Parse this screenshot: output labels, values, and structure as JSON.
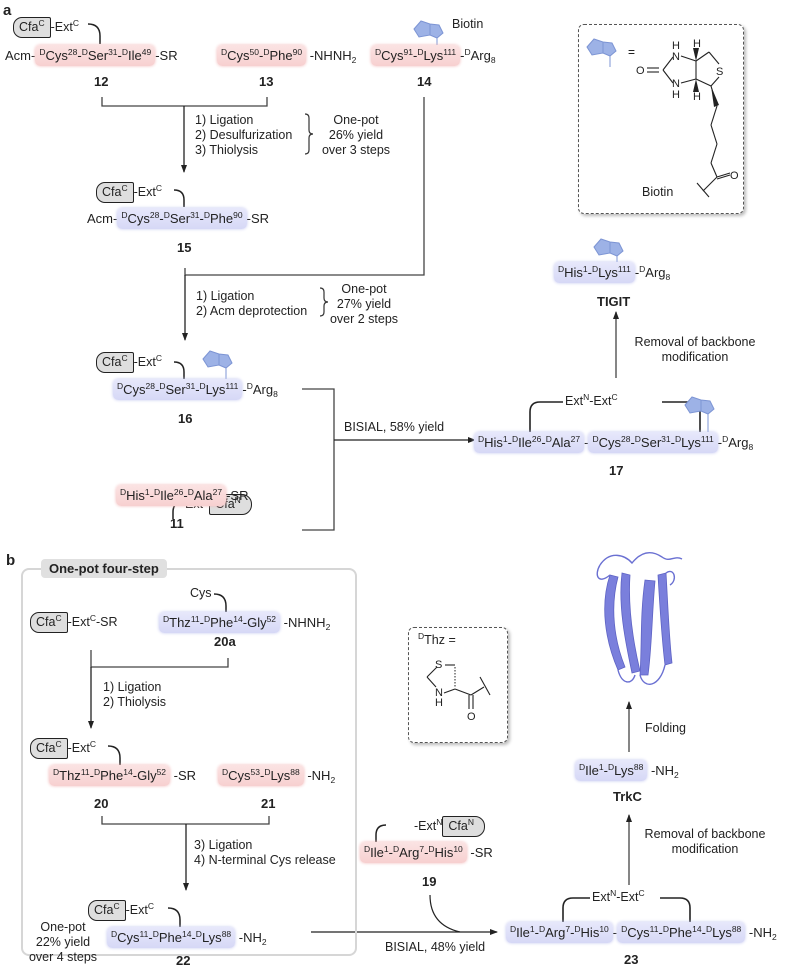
{
  "panel_a": {
    "letter": "a",
    "compound_12": {
      "cfa": "Cfa",
      "cfa_sup": "C",
      "ext": "-Ext",
      "ext_sup": "C",
      "prefix": "Acm-",
      "seq": [
        [
          "D",
          "Cys",
          "28"
        ],
        [
          "D",
          "Ser",
          "31"
        ],
        [
          "D",
          "Ile",
          "49"
        ]
      ],
      "suffix": "-SR",
      "label": "12"
    },
    "compound_13": {
      "seq": [
        [
          "D",
          "Cys",
          "50"
        ],
        [
          "D",
          "Phe",
          "90"
        ]
      ],
      "suffix": "-NHNH",
      "suffix_sub": "2",
      "label": "13"
    },
    "compound_14": {
      "biotin_label": "Biotin",
      "seq": [
        [
          "D",
          "Cys",
          "91"
        ],
        [
          "D",
          "Lys",
          "111"
        ]
      ],
      "suffix_pre": "-",
      "suffix_sup": "D",
      "suffix": "Arg",
      "suffix_sub": "8",
      "label": "14"
    },
    "step1": {
      "conditions": [
        "1) Ligation",
        "2) Desulfurization",
        "3) Thiolysis"
      ],
      "yield_text": [
        "One-pot",
        "26% yield",
        "over 3 steps"
      ]
    },
    "compound_15": {
      "cfa": "Cfa",
      "cfa_sup": "C",
      "ext": "-Ext",
      "ext_sup": "C",
      "prefix": "Acm-",
      "seq": [
        [
          "D",
          "Cys",
          "28"
        ],
        [
          "D",
          "Ser",
          "31"
        ],
        [
          "D",
          "Phe",
          "90"
        ]
      ],
      "suffix": "-SR",
      "label": "15"
    },
    "step2": {
      "conditions": [
        "1) Ligation",
        "2) Acm deprotection"
      ],
      "yield_text": [
        "One-pot",
        "27% yield",
        "over 2 steps"
      ]
    },
    "compound_16": {
      "cfa": "Cfa",
      "cfa_sup": "C",
      "ext": "-Ext",
      "ext_sup": "C",
      "seq": [
        [
          "D",
          "Cys",
          "28"
        ],
        [
          "D",
          "Ser",
          "31"
        ],
        [
          "D",
          "Lys",
          "111"
        ]
      ],
      "suffix_pre": "-",
      "suffix_sup": "D",
      "suffix": "Arg",
      "suffix_sub": "8",
      "label": "16"
    },
    "compound_11": {
      "ext": "Ext",
      "ext_sup": "N",
      "cfa": "Cfa",
      "cfa_sup": "N",
      "seq": [
        [
          "D",
          "His",
          "1"
        ],
        [
          "D",
          "Ile",
          "26"
        ],
        [
          "D",
          "Ala",
          "27"
        ]
      ],
      "suffix": "-SR",
      "label": "11"
    },
    "step3": {
      "conditions": "BISIAL, 58% yield"
    },
    "compound_17": {
      "linker": "Ext",
      "linker_sup1": "N",
      "linker_mid": "-Ext",
      "linker_sup2": "C",
      "seq_left": [
        [
          "D",
          "His",
          "1"
        ],
        [
          "D",
          "Ile",
          "26"
        ],
        [
          "D",
          "Ala",
          "27"
        ]
      ],
      "seq_right": [
        [
          "D",
          "Cys",
          "28"
        ],
        [
          "D",
          "Ser",
          "31"
        ],
        [
          "D",
          "Lys",
          "111"
        ]
      ],
      "suffix_pre": "-",
      "suffix_sup": "D",
      "suffix": "Arg",
      "suffix_sub": "8",
      "label": "17"
    },
    "step4": {
      "conditions": [
        "Removal of backbone",
        "modification"
      ]
    },
    "tigit": {
      "seq": [
        [
          "D",
          "His",
          "1"
        ],
        [
          "D",
          "Lys",
          "111"
        ]
      ],
      "suffix_pre": "-",
      "suffix_sup": "D",
      "suffix": "Arg",
      "suffix_sub": "8",
      "label": "TIGIT"
    },
    "biotin_legend": {
      "equals": "=",
      "caption": "Biotin",
      "atoms": {
        "N": "N",
        "H": "H",
        "O": "O",
        "S": "S"
      }
    },
    "colors": {
      "red_box": "#f7d0d0",
      "blue_box": "#d6d8f6",
      "biotin": "#8fa8e0",
      "protein": "#6f74d6"
    }
  },
  "panel_b": {
    "letter": "b",
    "onepot_title": "One-pot four-step",
    "compound_cfa_sr": {
      "cfa": "Cfa",
      "cfa_sup": "C",
      "ext": "-Ext",
      "ext_sup": "C",
      "suffix": "-SR"
    },
    "compound_20a": {
      "cys": "Cys",
      "seq": [
        [
          "D",
          "Thz",
          "11"
        ],
        [
          "D",
          "Phe",
          "14"
        ],
        [
          "",
          "Gly",
          "52"
        ]
      ],
      "suffix": "-NHNH",
      "suffix_sub": "2",
      "label": "20a"
    },
    "step1": {
      "conditions": [
        "1) Ligation",
        "2) Thiolysis"
      ]
    },
    "compound_20": {
      "cfa": "Cfa",
      "cfa_sup": "C",
      "ext": "-Ext",
      "ext_sup": "C",
      "seq": [
        [
          "D",
          "Thz",
          "11"
        ],
        [
          "D",
          "Phe",
          "14"
        ],
        [
          "",
          "Gly",
          "52"
        ]
      ],
      "suffix": "-SR",
      "label": "20"
    },
    "compound_21": {
      "seq": [
        [
          "D",
          "Cys",
          "53"
        ],
        [
          "D",
          "Lys",
          "88"
        ]
      ],
      "suffix": "-NH",
      "suffix_sub": "2",
      "label": "21"
    },
    "step2": {
      "conditions": [
        "3) Ligation",
        "4) N-terminal Cys release"
      ]
    },
    "compound_22": {
      "cfa": "Cfa",
      "cfa_sup": "C",
      "ext": "-Ext",
      "ext_sup": "C",
      "seq": [
        [
          "D",
          "Cys",
          "11"
        ],
        [
          "D",
          "Phe",
          "14"
        ],
        [
          "D",
          "Lys",
          "88"
        ]
      ],
      "suffix": "-NH",
      "suffix_sub": "2",
      "label": "22",
      "yield_text": [
        "One-pot",
        "22% yield",
        "over 4 steps"
      ]
    },
    "thz_legend": {
      "sup": "D",
      "text": "Thz =",
      "atoms": {
        "S": "S",
        "N": "N",
        "H": "H",
        "O": "O"
      }
    },
    "compound_19": {
      "ext": "-Ext",
      "ext_sup": "N",
      "cfa": "Cfa",
      "cfa_sup": "N",
      "seq": [
        [
          "D",
          "Ile",
          "1"
        ],
        [
          "D",
          "Arg",
          "7"
        ],
        [
          "D",
          "His",
          "10"
        ]
      ],
      "suffix": "-SR",
      "label": "19"
    },
    "step3": {
      "conditions": "BISIAL, 48% yield"
    },
    "compound_23": {
      "linker": "Ext",
      "linker_sup1": "N",
      "linker_mid": "-Ext",
      "linker_sup2": "C",
      "seq_left": [
        [
          "D",
          "Ile",
          "1"
        ],
        [
          "D",
          "Arg",
          "7"
        ],
        [
          "D",
          "His",
          "10"
        ]
      ],
      "seq_right": [
        [
          "D",
          "Cys",
          "11"
        ],
        [
          "D",
          "Phe",
          "14"
        ],
        [
          "D",
          "Lys",
          "88"
        ]
      ],
      "suffix": "-NH",
      "suffix_sub": "2",
      "label": "23"
    },
    "step4": {
      "conditions": [
        "Removal of backbone",
        "modification"
      ]
    },
    "trkc": {
      "seq": [
        [
          "D",
          "Ile",
          "1"
        ],
        [
          "D",
          "Lys",
          "88"
        ]
      ],
      "suffix": "-NH",
      "suffix_sub": "2",
      "label": "TrkC"
    },
    "step5": {
      "conditions": "Folding"
    }
  }
}
